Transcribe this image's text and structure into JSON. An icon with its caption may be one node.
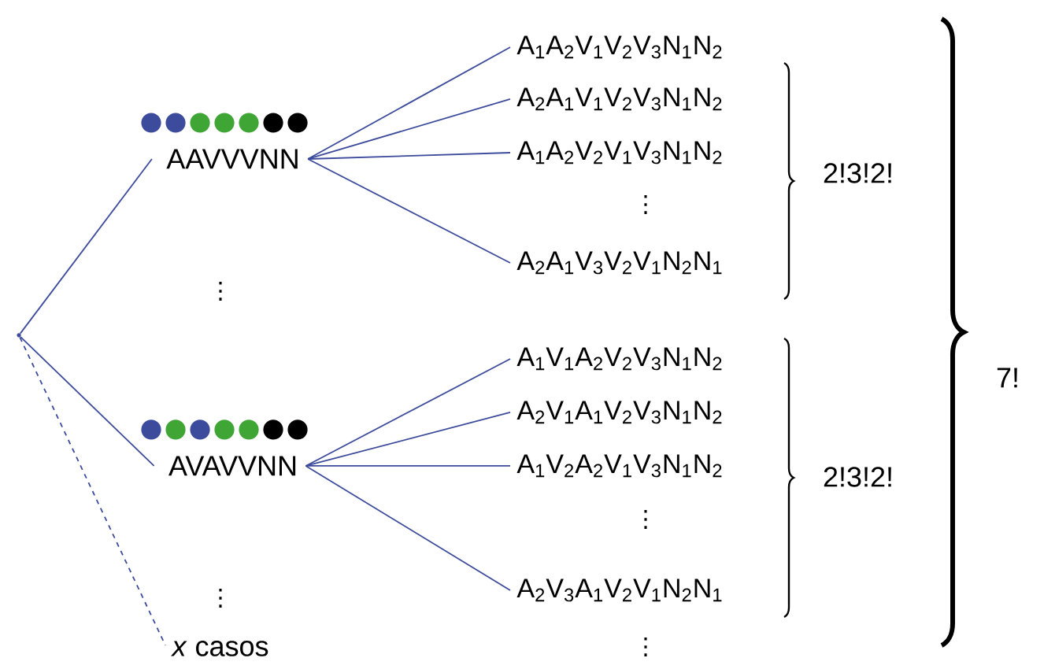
{
  "diagram": {
    "nodes": [
      {
        "text": [],
        "shape": "point"
      },
      {
        "text": [
          "AAVVVNN"
        ]
      },
      {
        "text": [
          "AVAVVNN"
        ]
      },
      {
        "text": [
          "*x* casos"
        ]
      },
      {
        "text": [
          "A$_{1}$A$_{2}$V$_{1}$V$_{2}$V$_{3}$N$_{1}$N$_{2}$"
        ]
      },
      {
        "text": [
          "A$_{2}$A$_{1}$V$_{1}$V$_{2}$V$_{3}$N$_{1}$N$_{2}$"
        ]
      },
      {
        "text": [
          "A$_{1}$A$_{2}$V$_{2}$V$_{1}$V$_{3}$N$_{1}$N$_{2}$"
        ]
      },
      {
        "text": [
          "A$_{2}$A$_{1}$V$_{3}$V$_{2}$V$_{1}$N$_{2}$N$_{1}$"
        ]
      },
      {
        "text": [
          "A$_{1}$V$_{1}$A$_{2}$V$_{2}$V$_{3}$N$_{1}$N$_{2}$"
        ]
      },
      {
        "text": [
          "A$_{2}$V$_{1}$A$_{1}$V$_{2}$V$_{3}$N$_{1}$N$_{2}$"
        ]
      },
      {
        "text": [
          "A$_{1}$V$_{2}$A$_{2}$V$_{1}$V$_{3}$N$_{1}$N$_{2}$"
        ]
      },
      {
        "text": [
          "A$_{2}$V$_{3}$A$_{1}$V$_{2}$V$_{1}$N$_{2}$N$_{1}$"
        ]
      }
    ],
    "edges": [
      {
        "from": 0,
        "to": 1,
        "arrow": "none"
      },
      {
        "from": 0,
        "to": 2,
        "arrow": "none"
      },
      {
        "from": 0,
        "to": 3,
        "arrow": "none",
        "style": "dashed"
      },
      {
        "from": 1,
        "to": 4,
        "arrow": "none"
      },
      {
        "from": 1,
        "to": 5,
        "arrow": "none"
      },
      {
        "from": 1,
        "to": 6,
        "arrow": "none"
      },
      {
        "from": 1,
        "to": 7,
        "arrow": "none"
      },
      {
        "from": 2,
        "to": 8,
        "arrow": "none"
      },
      {
        "from": 2,
        "to": 9,
        "arrow": "none"
      },
      {
        "from": 2,
        "to": 10,
        "arrow": "none"
      },
      {
        "from": 2,
        "to": 11,
        "arrow": "none"
      }
    ],
    "labels": [
      "⋮",
      "2!3!2!",
      "⋮",
      "7!",
      "2!3!2!",
      "⋮",
      "⋮",
      "⋮"
    ]
  }
}
